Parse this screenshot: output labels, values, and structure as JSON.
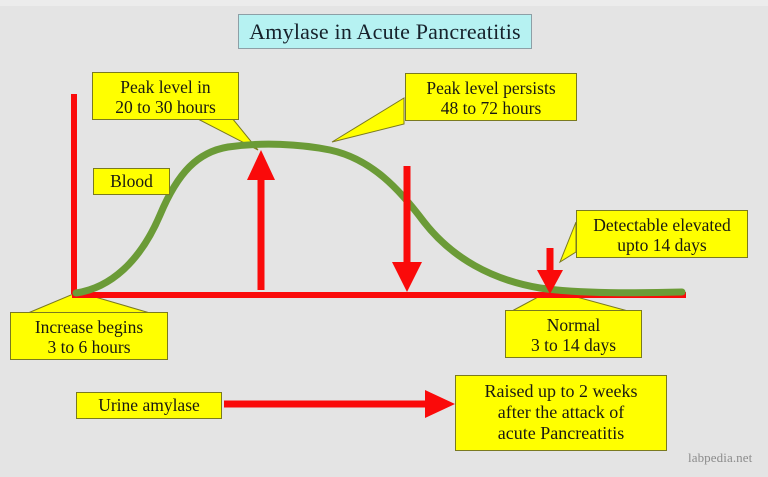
{
  "page": {
    "title": "Amylase in Acute Pancreatitis",
    "watermark": "labpedia.net",
    "background_color": "#e4e4e4"
  },
  "colors": {
    "callout_fill": "#ffff00",
    "callout_border": "#7a7a20",
    "title_fill": "#b6f2f2",
    "axis_red": "#fa0a0a",
    "curve_green": "#6b9b37",
    "text": "#1a1a12",
    "watermark": "#8c8c8c"
  },
  "chart_data": {
    "type": "line",
    "title": "Amylase in Acute Pancreatitis",
    "xlabel": "",
    "ylabel": "",
    "grid": false,
    "legend_position": "none",
    "series": [
      {
        "name": "Blood amylase",
        "color": "#6b9b37",
        "points": [
          {
            "x": 0,
            "y": 0
          },
          {
            "x": 3,
            "y": 2
          },
          {
            "x": 6,
            "y": 8
          },
          {
            "x": 12,
            "y": 40
          },
          {
            "x": 20,
            "y": 88
          },
          {
            "x": 30,
            "y": 100
          },
          {
            "x": 48,
            "y": 100
          },
          {
            "x": 72,
            "y": 96
          },
          {
            "x": 120,
            "y": 60
          },
          {
            "x": 168,
            "y": 22
          },
          {
            "x": 240,
            "y": 8
          },
          {
            "x": 336,
            "y": 5
          }
        ]
      }
    ],
    "annotations": [
      {
        "name": "peak-level",
        "text": "Peak level in\n20 to 30  hours",
        "target": "curve apex"
      },
      {
        "name": "peak-persists",
        "text": "Peak level persists\n48 to 72 hours",
        "target": "curve plateau"
      },
      {
        "name": "blood",
        "text": "Blood",
        "target": "rising limb"
      },
      {
        "name": "detectable",
        "text": "Detectable elevated\nupto 14 days",
        "target": "curve tail"
      },
      {
        "name": "increase-begins",
        "text": "Increase begins\n3 to 6 hours",
        "target": "curve origin"
      },
      {
        "name": "normal",
        "text": "Normal\n3 to 14 days",
        "target": "baseline return"
      }
    ]
  },
  "callouts": {
    "peak_level": "Peak level in\n20 to 30  hours",
    "peak_persists": "Peak level persists\n48 to 72 hours",
    "blood": "Blood",
    "detectable": "Detectable elevated\nupto 14 days",
    "increase_begins": "Increase begins\n3 to 6 hours",
    "normal": "Normal\n3 to 14 days",
    "urine_amylase": "Urine amylase",
    "raised": "Raised up to 2 weeks\nafter the attack of\nacute Pancreatitis"
  }
}
